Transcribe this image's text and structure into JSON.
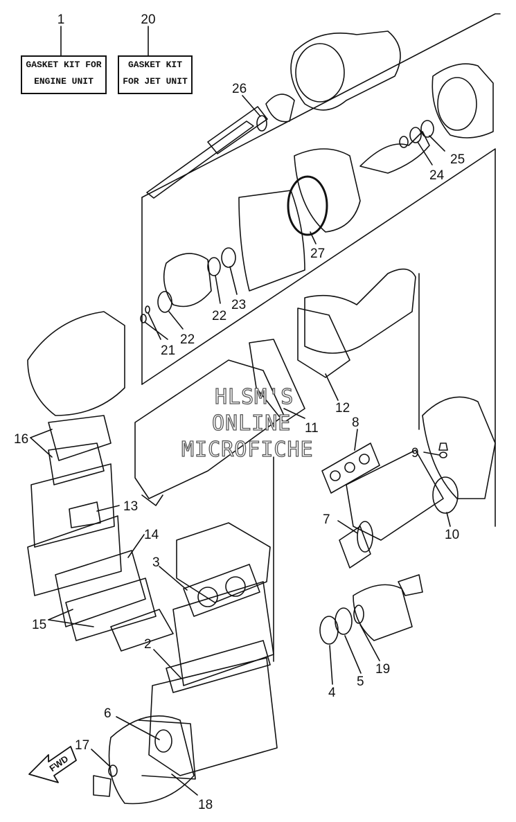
{
  "kits": [
    {
      "number": "1",
      "line1": "GASKET KIT FOR",
      "line2": "ENGINE UNIT"
    },
    {
      "number": "20",
      "line1": "GASKET KIT",
      "line2": "FOR JET UNIT"
    }
  ],
  "callouts": [
    "26",
    "25",
    "24",
    "27",
    "23",
    "22",
    "22",
    "21",
    "12",
    "11",
    "8",
    "9",
    "10",
    "7",
    "16",
    "13",
    "14",
    "3",
    "15",
    "2",
    "4",
    "5",
    "19",
    "6",
    "17",
    "18"
  ],
  "watermark": {
    "line1": "HLSM'S",
    "line2": "ONLINE",
    "line3": "MICROFICHE"
  },
  "direction_arrow": {
    "label": "FWD"
  }
}
